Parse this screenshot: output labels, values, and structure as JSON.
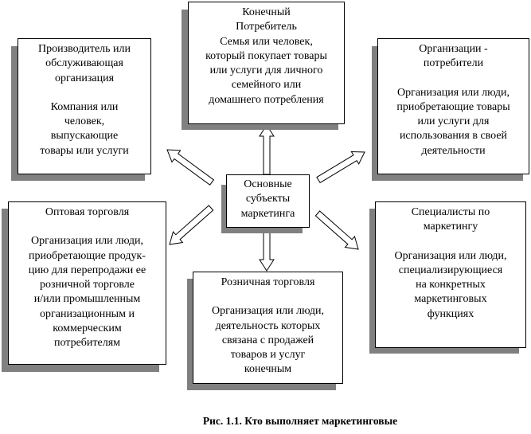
{
  "center": {
    "lines": [
      "Основные",
      "субъекты",
      "маркетинга"
    ]
  },
  "boxes": {
    "consumer": {
      "title": [
        "Конечный",
        "Потребитель"
      ],
      "body": [
        "Семья или человек,",
        "который покупает товары",
        "или услуги для личного",
        "семейного или",
        "домашнего потребления"
      ]
    },
    "producer": {
      "title": [
        "Производитель или",
        "обслуживающая",
        "организация"
      ],
      "body": [
        "Компания или",
        "человек,",
        "выпускающие",
        "товары или услуги"
      ]
    },
    "org_consumers": {
      "title": [
        "Организации -",
        "потребители"
      ],
      "body": [
        "Организация или люди,",
        "приобретающие товары",
        "или услуги для",
        "использования в своей",
        "деятельности"
      ]
    },
    "wholesale": {
      "title": [
        "Оптовая торговля"
      ],
      "body": [
        "Организация или люди,",
        "приобретающие продук-",
        "цию для перепродажи ее",
        "розничной торговле",
        "и/или промышленным",
        "организационным и",
        "коммерческим",
        "потребителям"
      ]
    },
    "retail": {
      "title": [
        "Розничная торговля"
      ],
      "body": [
        "Организация или люди,",
        "деятельность которых",
        "связана с продажей",
        "товаров и услуг",
        "конечным"
      ]
    },
    "specialists": {
      "title": [
        "Специалисты по",
        "маркетингу"
      ],
      "body": [
        "Организация или люди,",
        "специализирующиеся",
        "на конкретных",
        "маркетинговых",
        "функциях"
      ]
    }
  },
  "caption": "Рис. 1.1. Кто выполняет маркетинговые",
  "colors": {
    "shadow": "#808080",
    "border": "#000000"
  }
}
